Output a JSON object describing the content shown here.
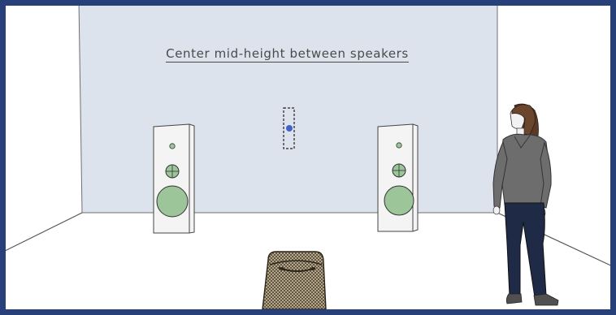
{
  "annotation": {
    "caption": "Center mid-height between speakers"
  },
  "colors": {
    "frame": "#27407a",
    "back_wall": "#dde3ec",
    "floor": "#ffffff",
    "speaker_driver": "#9cc59a",
    "target_marker": "#3f63c8",
    "person_top": "#6d6d6d",
    "person_jeans": "#1f2a47"
  },
  "scene": {
    "objects": [
      "left-speaker",
      "right-speaker",
      "listening-position-marker",
      "listener-chair",
      "standing-woman"
    ]
  }
}
